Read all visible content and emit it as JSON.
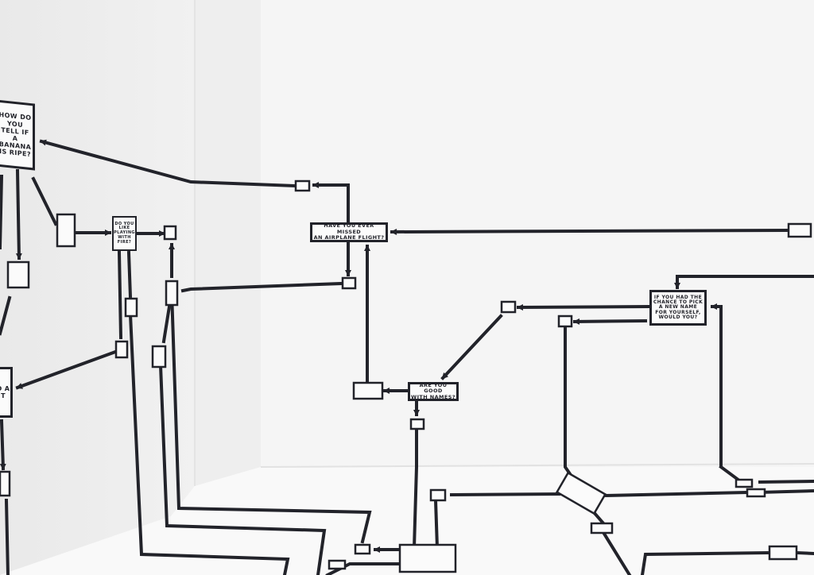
{
  "flowchart": {
    "question_banana": "HOW DO\nYOU TELL IF\nA BANANA\nIS RIPE?",
    "question_fire": "DO YOU LIKE\nPLAYING\nWITH FIRE?",
    "question_airplane": "HAVE YOU EVER MISSED\nAN AIRPLANE FLIGHT?",
    "question_names": "ARE YOU GOOD\nWITH NAMES?",
    "question_new_name": "IF YOU HAD THE\nCHANCE TO PICK\nA NEW NAME\nFOR YOURSELF,\nWOULD YOU?",
    "question_partial_left": "D A\nT"
  },
  "colors": {
    "wall": "#f5f5f5",
    "wall_left": "#ececec",
    "floor": "#f7f7f7",
    "tape": "#22232a",
    "box_border": "#22232a"
  }
}
